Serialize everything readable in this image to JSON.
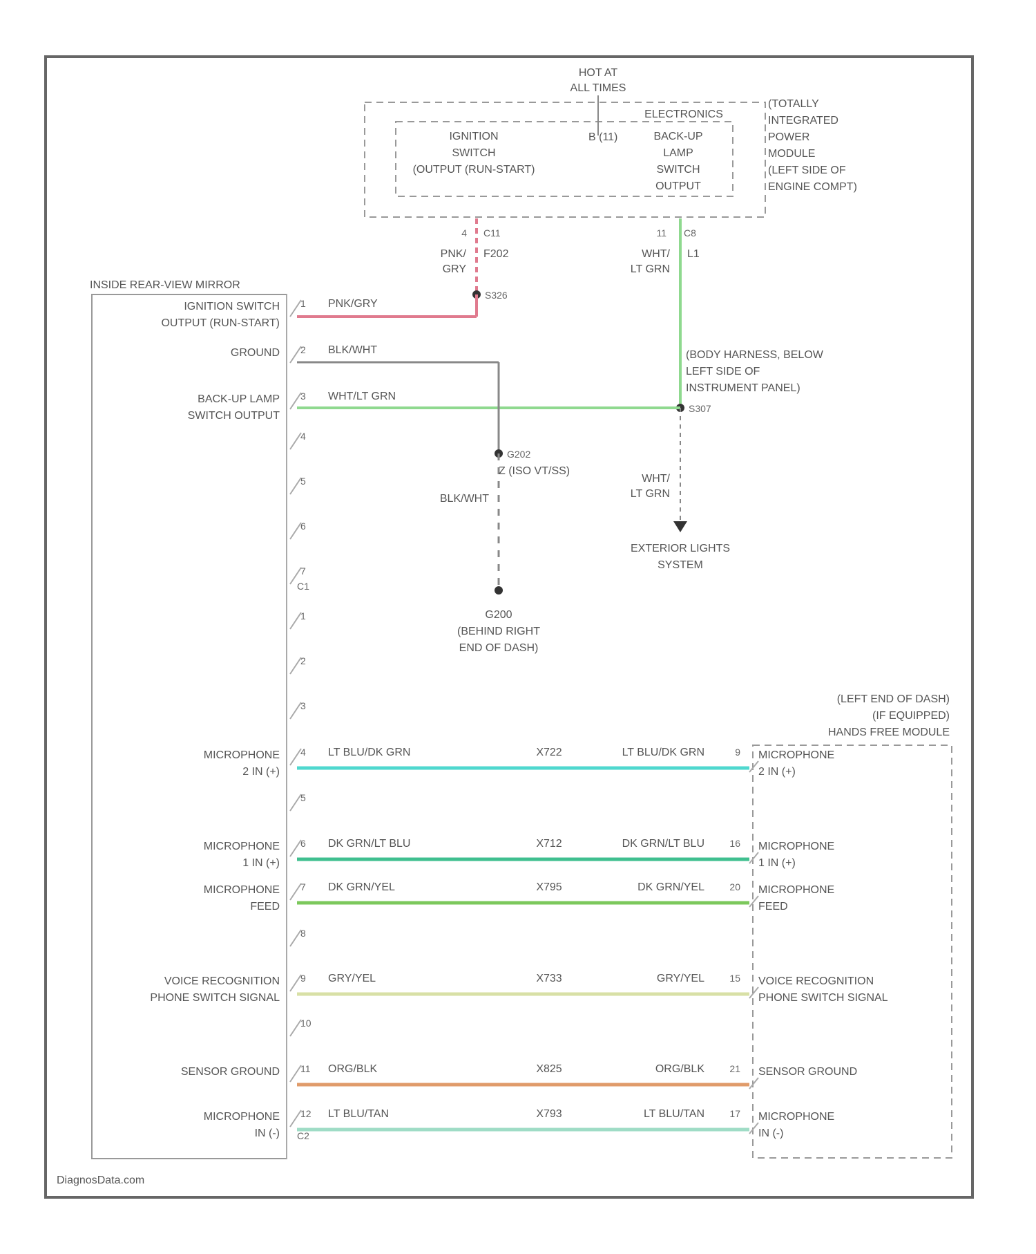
{
  "power_source": {
    "label_lines": [
      "HOT AT",
      "ALL TIMES"
    ],
    "fuse": "B (11)"
  },
  "tipm": {
    "label_lines": [
      "(TOTALLY",
      "INTEGRATED",
      "POWER",
      "MODULE",
      "(LEFT SIDE OF",
      "ENGINE COMPT)"
    ],
    "electronics_label": "ELECTRONICS",
    "ignition_lines": [
      "IGNITION",
      "SWITCH",
      "(OUTPUT (RUN-START)"
    ],
    "backup_lines": [
      "BACK-UP",
      "LAMP",
      "SWITCH",
      "OUTPUT"
    ],
    "pin_left": "4",
    "conn_left": "C11",
    "pin_right": "11",
    "conn_right": "C8"
  },
  "pnk_gry_wire": {
    "color_lines": [
      "PNK/",
      "GRY"
    ],
    "circuit": "F202",
    "splice": "S326",
    "color": "#e07a8e"
  },
  "wht_ltgrn_wire": {
    "color_lines": [
      "WHT/",
      "LT GRN"
    ],
    "circuit": "L1",
    "color": "#8fd98f"
  },
  "body_harness": {
    "label_lines": [
      "(BODY HARNESS, BELOW",
      "LEFT SIDE OF",
      "INSTRUMENT PANEL)"
    ],
    "splice": "S307"
  },
  "ground_branch": {
    "splice": "G202",
    "circuit_lines": [
      "Z (ISO VT/SS)"
    ],
    "wire_color": "BLK/WHT",
    "ground": "G200",
    "ground_desc_lines": [
      "(BEHIND RIGHT",
      "END OF DASH)"
    ]
  },
  "exterior": {
    "wire_lines": [
      "WHT/",
      "LT GRN"
    ],
    "label_lines": [
      "EXTERIOR LIGHTS",
      "SYSTEM"
    ]
  },
  "mirror": {
    "title": "INSIDE REAR-VIEW MIRROR",
    "pins": [
      {
        "pin": "1",
        "label_lines": [
          "IGNITION SWITCH",
          "OUTPUT (RUN-START)"
        ],
        "wire": "PNK/GRY"
      },
      {
        "pin": "2",
        "label_lines": [
          "GROUND"
        ],
        "wire": "BLK/WHT"
      },
      {
        "pin": "3",
        "label_lines": [
          "BACK-UP LAMP",
          "SWITCH OUTPUT"
        ],
        "wire": "WHT/LT GRN"
      },
      {
        "pin": "4"
      },
      {
        "pin": "5"
      },
      {
        "pin": "6"
      },
      {
        "pin": "7",
        "connector": "C1"
      },
      {
        "pin": "1"
      },
      {
        "pin": "2"
      },
      {
        "pin": "3"
      }
    ],
    "bottom_connector": "C2"
  },
  "hands_free": {
    "title_lines": [
      "(LEFT END OF DASH)",
      "(IF EQUIPPED)",
      "HANDS FREE MODULE"
    ]
  },
  "connections": [
    {
      "mirror_pin": "4",
      "mirror_label": [
        "MICROPHONE",
        "2 IN (+)"
      ],
      "wire_left": "LT BLU/DK GRN",
      "circuit": "X722",
      "wire_right": "LT BLU/DK GRN",
      "module_pin": "9",
      "module_label": [
        "MICROPHONE",
        "2 IN (+)"
      ],
      "color": "#4fd8cf"
    },
    {
      "mirror_pin": "5"
    },
    {
      "mirror_pin": "6",
      "mirror_label": [
        "MICROPHONE",
        "1 IN (+)"
      ],
      "wire_left": "DK GRN/LT BLU",
      "circuit": "X712",
      "wire_right": "DK GRN/LT BLU",
      "module_pin": "16",
      "module_label": [
        "MICROPHONE",
        "1 IN (+)"
      ],
      "color": "#3fbf8f"
    },
    {
      "mirror_pin": "7",
      "mirror_label": [
        "MICROPHONE",
        "FEED"
      ],
      "wire_left": "DK GRN/YEL",
      "circuit": "X795",
      "wire_right": "DK GRN/YEL",
      "module_pin": "20",
      "module_label": [
        "MICROPHONE",
        "FEED"
      ],
      "color": "#7cc85c"
    },
    {
      "mirror_pin": "8"
    },
    {
      "mirror_pin": "9",
      "mirror_label": [
        "VOICE RECOGNITION",
        "PHONE SWITCH SIGNAL"
      ],
      "wire_left": "GRY/YEL",
      "circuit": "X733",
      "wire_right": "GRY/YEL",
      "module_pin": "15",
      "module_label": [
        "VOICE RECOGNITION",
        "PHONE SWITCH SIGNAL"
      ],
      "color": "#d8e0a6"
    },
    {
      "mirror_pin": "10"
    },
    {
      "mirror_pin": "11",
      "mirror_label": [
        "SENSOR GROUND"
      ],
      "wire_left": "ORG/BLK",
      "circuit": "X825",
      "wire_right": "ORG/BLK",
      "module_pin": "21",
      "module_label": [
        "SENSOR GROUND"
      ],
      "color": "#e09b6a"
    },
    {
      "mirror_pin": "12",
      "connector": "C2",
      "mirror_label": [
        "MICROPHONE",
        "IN (-)"
      ],
      "wire_left": "LT BLU/TAN",
      "circuit": "X793",
      "wire_right": "LT BLU/TAN",
      "module_pin": "17",
      "module_label": [
        "MICROPHONE",
        "IN (-)"
      ],
      "color": "#9fdcc6"
    }
  ],
  "footer": "DiagnosData.com"
}
